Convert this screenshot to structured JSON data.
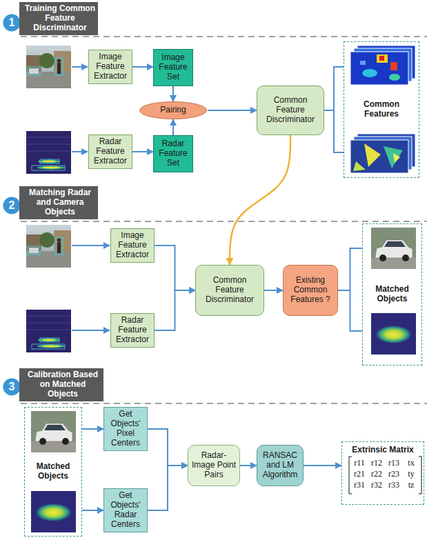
{
  "diagram": {
    "nodes": [
      {
        "text": [
          "1"
        ]
      },
      {
        "text": [
          "Training Common Feature Discriminator"
        ]
      },
      {
        "text": [
          "Image Feature Extractor"
        ]
      },
      {
        "text": [
          "Image Feature Set"
        ]
      },
      {
        "text": [
          "Radar Feature Extractor"
        ]
      },
      {
        "text": [
          "Radar Feature Set"
        ]
      },
      {
        "text": [
          "Pairing"
        ]
      },
      {
        "text": [
          "Common Feature Discriminator"
        ]
      },
      {
        "text": [
          "Common Features"
        ]
      },
      {
        "text": [
          "2"
        ]
      },
      {
        "text": [
          "Matching Radar and Camera Objects"
        ]
      },
      {
        "text": [
          "Image Feature Extractor"
        ]
      },
      {
        "text": [
          "Radar Feature Extractor"
        ]
      },
      {
        "text": [
          "Common Feature Discriminator"
        ]
      },
      {
        "text": [
          "Existing Common Features ?"
        ]
      },
      {
        "text": [
          "Matched Objects"
        ]
      },
      {
        "text": [
          "3"
        ]
      },
      {
        "text": [
          "Calibration Based on Matched Objects"
        ]
      },
      {
        "text": [
          "Matched Objects"
        ]
      },
      {
        "text": [
          "Get Objects' Pixel Centers"
        ]
      },
      {
        "text": [
          "Get Objects' Radar Centers"
        ]
      },
      {
        "text": [
          "Radar-Image Point Pairs"
        ]
      },
      {
        "text": [
          "RANSAC and LM Algorithm"
        ]
      },
      {
        "text": [
          "Extrinsic Matrix"
        ]
      }
    ],
    "edges": [
      {
        "from": 2,
        "to": 3,
        "arrow": "to"
      },
      {
        "from": 4,
        "to": 5,
        "arrow": "to"
      },
      {
        "from": 3,
        "to": 6,
        "arrow": "to"
      },
      {
        "from": 5,
        "to": 6,
        "arrow": "to"
      },
      {
        "from": 6,
        "to": 7,
        "arrow": "to"
      },
      {
        "from": 7,
        "to": 8,
        "arrow": "none"
      },
      {
        "from": 7,
        "to": 13,
        "arrow": "to"
      },
      {
        "from": 11,
        "to": 13,
        "arrow": "to"
      },
      {
        "from": 12,
        "to": 13,
        "arrow": "to"
      },
      {
        "from": 13,
        "to": 14,
        "arrow": "to"
      },
      {
        "from": 14,
        "to": 15,
        "arrow": "none"
      },
      {
        "from": 18,
        "to": 19,
        "arrow": "to"
      },
      {
        "from": 18,
        "to": 20,
        "arrow": "to"
      },
      {
        "from": 19,
        "to": 21,
        "arrow": "to"
      },
      {
        "from": 20,
        "to": 21,
        "arrow": "to"
      },
      {
        "from": 21,
        "to": 22,
        "arrow": "to"
      },
      {
        "from": 22,
        "to": 23,
        "arrow": "to"
      }
    ],
    "labels": [
      "r11",
      "r12",
      "r13",
      "tx",
      "r21",
      "r22",
      "r23",
      "ty",
      "r31",
      "r32",
      "r33",
      "tz"
    ]
  }
}
